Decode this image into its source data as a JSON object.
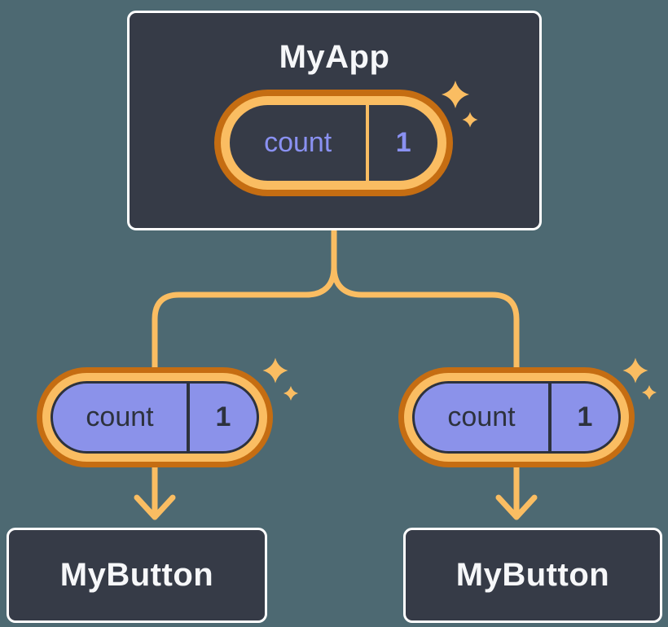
{
  "colors": {
    "background": "#4D6972",
    "card-bg": "#363B47",
    "card-border": "#FFFFFF",
    "title-text": "#F6F7F9",
    "ring-outer": "#C56D12",
    "ring-inner": "#FABD62",
    "connector": "#FABD62",
    "state-text": "#8A91F2",
    "child-pill-fill": "#8B92EA",
    "dark-outline": "#2D323D"
  },
  "diagram": {
    "parent": {
      "title": "MyApp",
      "state_pill": {
        "label": "count",
        "value": "1"
      }
    },
    "children": [
      {
        "title": "MyButton",
        "pill": {
          "label": "count",
          "value": "1"
        }
      },
      {
        "title": "MyButton",
        "pill": {
          "label": "count",
          "value": "1"
        }
      }
    ]
  }
}
